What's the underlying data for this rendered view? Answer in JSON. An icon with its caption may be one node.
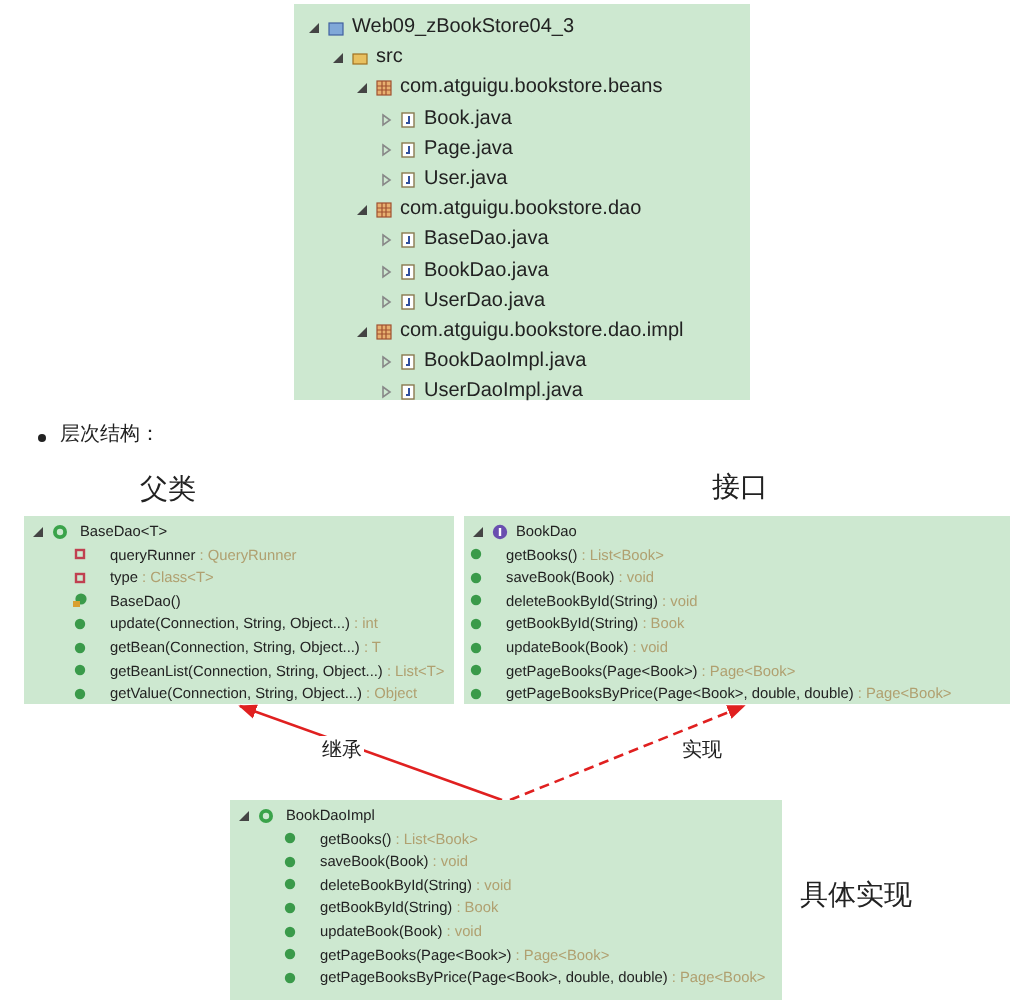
{
  "diagram": {
    "nodes": [
      {
        "text": [
          "Web09_zBookStore04_3",
          "src",
          "com.atguigu.bookstore.beans",
          "Book.java",
          "Page.java",
          "User.java",
          "com.atguigu.bookstore.dao",
          "BaseDao.java",
          "BookDao.java",
          "UserDao.java",
          "com.atguigu.bookstore.dao.impl",
          "BookDaoImpl.java",
          "UserDaoImpl.java"
        ]
      },
      {
        "text": [
          "父类",
          "BaseDao<T>",
          "queryRunner : QueryRunner",
          "type : Class<T>",
          "BaseDao()",
          "update(Connection, String, Object...) : int",
          "getBean(Connection, String, Object...) : T",
          "getBeanList(Connection, String, Object...) : List<T>",
          "getValue(Connection, String, Object...) : Object"
        ]
      },
      {
        "text": [
          "接口",
          "BookDao",
          "getBooks() : List<Book>",
          "saveBook(Book) : void",
          "deleteBookById(String) : void",
          "getBookById(String) : Book",
          "updateBook(Book) : void",
          "getPageBooks(Page<Book>) : Page<Book>",
          "getPageBooksByPrice(Page<Book>, double, double) : Page<Book>"
        ]
      },
      {
        "text": [
          "BookDaoImpl",
          "getBooks() : List<Book>",
          "saveBook(Book) : void",
          "deleteBookById(String) : void",
          "getBookById(String) : Book",
          "updateBook(Book) : void",
          "getPageBooks(Page<Book>) : Page<Book>",
          "getPageBooksByPrice(Page<Book>, double, double) : Page<Book>"
        ],
        "beside": [
          "具体实现"
        ]
      }
    ],
    "edges": [
      {
        "from": 3,
        "to": 1,
        "arrow": "to",
        "label": "继承"
      },
      {
        "from": 3,
        "to": 2,
        "arrow": "to",
        "label": "实现",
        "style": "dashed"
      }
    ],
    "labels": [
      "层次结构："
    ]
  }
}
